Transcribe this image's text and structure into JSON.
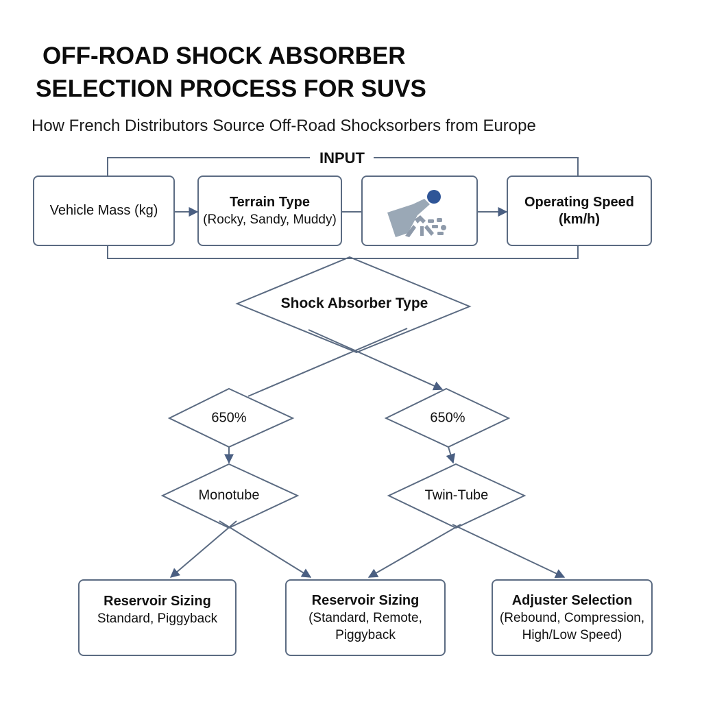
{
  "title": {
    "line1": "OFF-ROAD SHOCK ABSORBER",
    "line2": "SELECTION PROCESS FOR SUVS",
    "subtitle": "How French Distributors Source Off-Road Shocksorbers from Europe"
  },
  "colors": {
    "line": "#5b6b82",
    "arrow": "#4a5f82",
    "icon_gray": "#9aa8b6",
    "icon_dot": "#2f5597"
  },
  "input_group": {
    "label": "INPUT",
    "boxes": [
      {
        "title": "Vehicle Mass (kg)",
        "detail": ""
      },
      {
        "title": "Terrain Type",
        "detail": "(Rocky, Sandy, Muddy)"
      },
      {
        "icon": "off-road-terrain-icon"
      },
      {
        "title": "Operating Speed",
        "detail": "(km/h)"
      }
    ]
  },
  "decision": {
    "main": "Shock Absorber Type",
    "left_threshold": "650%",
    "right_threshold": "650%",
    "left_type": "Monotube",
    "right_type": "Twin-Tube"
  },
  "outputs": [
    {
      "title": "Reservoir Sizing",
      "detail": "Standard, Piggyback"
    },
    {
      "title": "Reservoir Sizing",
      "detail": "(Standard, Remote, Piggyback"
    },
    {
      "title": "Adjuster Selection",
      "detail": "(Rebound, Compression, High/Low Speed)"
    }
  ]
}
